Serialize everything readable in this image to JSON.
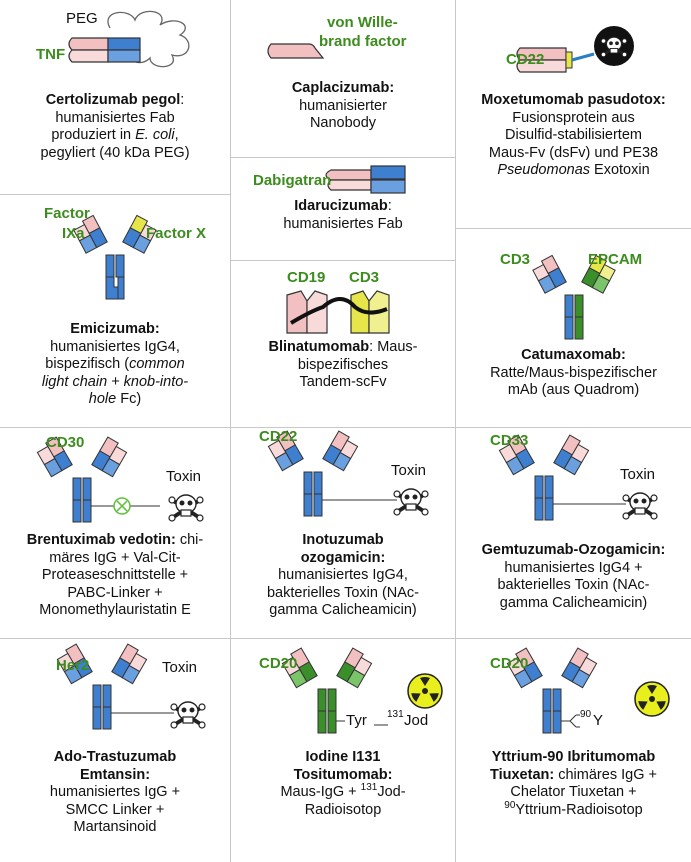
{
  "cells": [
    {
      "id": "certolizumab",
      "targets": [
        "TNF"
      ],
      "extra_labels": [
        "PEG"
      ],
      "name": "Certolizumab pegol",
      "desc1": "humanisiertes Fab",
      "desc2a": "produziert in ",
      "desc2b": "E. coli",
      "desc2c": ",",
      "desc3": "pegyliert (40 kDa PEG)"
    },
    {
      "id": "caplacizumab",
      "targets": [
        "von Wille-",
        "brand factor"
      ],
      "name": "Caplacizumab:",
      "desc1": "humanisierter",
      "desc2": "Nanobody"
    },
    {
      "id": "moxetumomab",
      "targets": [
        "CD22"
      ],
      "name": "Moxetumomab pasudotox:",
      "desc1": "Fusionsprotein aus",
      "desc2": "Disulfid-stabilisiertem",
      "desc3": "Maus-Fv (dsFv) und PE38",
      "desc4a": "Pseudomonas",
      "desc4b": " Exotoxin"
    },
    {
      "id": "idarucizumab",
      "targets": [
        "Dabigatran"
      ],
      "name": "Idarucizumab",
      "desc1": "humanisiertes Fab"
    },
    {
      "id": "emicizumab",
      "targets": [
        "Factor",
        "IXa",
        "Factor X"
      ],
      "name": "Emicizumab:",
      "desc1": "humanisiertes IgG4,",
      "desc2a": "bispezifisch (",
      "desc2b": "common",
      "desc3": "light chain + knob-into-",
      "desc4a": "hole",
      "desc4b": " Fc)"
    },
    {
      "id": "blinatumomab",
      "targets": [
        "CD19",
        "CD3"
      ],
      "name": "Blinatumomab",
      "desc0": ": Maus-",
      "desc1": "bispezifisches",
      "desc2": "Tandem-scFv"
    },
    {
      "id": "catumaxomab",
      "targets": [
        "CD3",
        "EPCAM"
      ],
      "name": "Catumaxomab:",
      "desc1": "Ratte/Maus-bispezifischer",
      "desc2": "mAb (aus Quadrom)"
    },
    {
      "id": "brentuximab",
      "targets": [
        "CD30"
      ],
      "extra_labels": [
        "Toxin"
      ],
      "name": "Brentuximab vedotin:",
      "desc0": " chi-",
      "desc1": "märes IgG + Val-Cit-",
      "desc2": "Proteaseschnittstelle +",
      "desc3": "PABC-Linker +",
      "desc4": "Monomethylauristatin E"
    },
    {
      "id": "inotuzumab",
      "targets": [
        "CD22"
      ],
      "extra_labels": [
        "Toxin"
      ],
      "name": "Inotuzumab",
      "name2": "ozogamicin:",
      "desc1": "humanisiertes IgG4,",
      "desc2": "bakterielles Toxin (NAc-",
      "desc3": "gamma Calicheamicin)"
    },
    {
      "id": "gemtuzumab",
      "targets": [
        "CD33"
      ],
      "extra_labels": [
        "Toxin"
      ],
      "name": "Gemtuzumab-Ozogamicin:",
      "desc1": "humanisiertes IgG4 +",
      "desc2": "bakterielles Toxin (NAc-",
      "desc3": "gamma Calicheamicin)"
    },
    {
      "id": "trastuzumab",
      "targets": [
        "Her2"
      ],
      "extra_labels": [
        "Toxin"
      ],
      "name": "Ado-Trastuzumab",
      "name2": "Emtansin:",
      "desc1": "humanisiertes IgG +",
      "desc2": "SMCC Linker +",
      "desc3": "Martansinoid"
    },
    {
      "id": "tositumomab",
      "targets": [
        "CD20"
      ],
      "extra_labels": [
        "Tyr",
        "131",
        "Jod"
      ],
      "name": "Iodine I131",
      "name2": "Tositumomab:",
      "desc1a": "Maus-IgG + ",
      "desc1b": "131",
      "desc1c": "Jod-",
      "desc2": "Radioisotop"
    },
    {
      "id": "ibritumomab",
      "targets": [
        "CD20"
      ],
      "extra_labels": [
        "90",
        "Y"
      ],
      "name": "Yttrium-90 Ibritumomab",
      "name2": "Tiuxetan:",
      "desc0": " chimäres IgG +",
      "desc1": "Chelator Tiuxetan +",
      "desc2a": "90",
      "desc2b": "Yttrium-Radioisotop"
    }
  ],
  "colors": {
    "target_green": "#3c8c1e",
    "human_blue": "#3f7fd0",
    "pink": "#f2c0c0",
    "pink_dark": "#d88a8a",
    "chain_green": "#3a8f2a",
    "yellow": "#e6e64a",
    "grid": "#c8c8c8"
  },
  "icons": [
    "skull-crossbones-icon",
    "radiation-icon",
    "linker-cleavage-icon",
    "peg-polymer-icon"
  ]
}
